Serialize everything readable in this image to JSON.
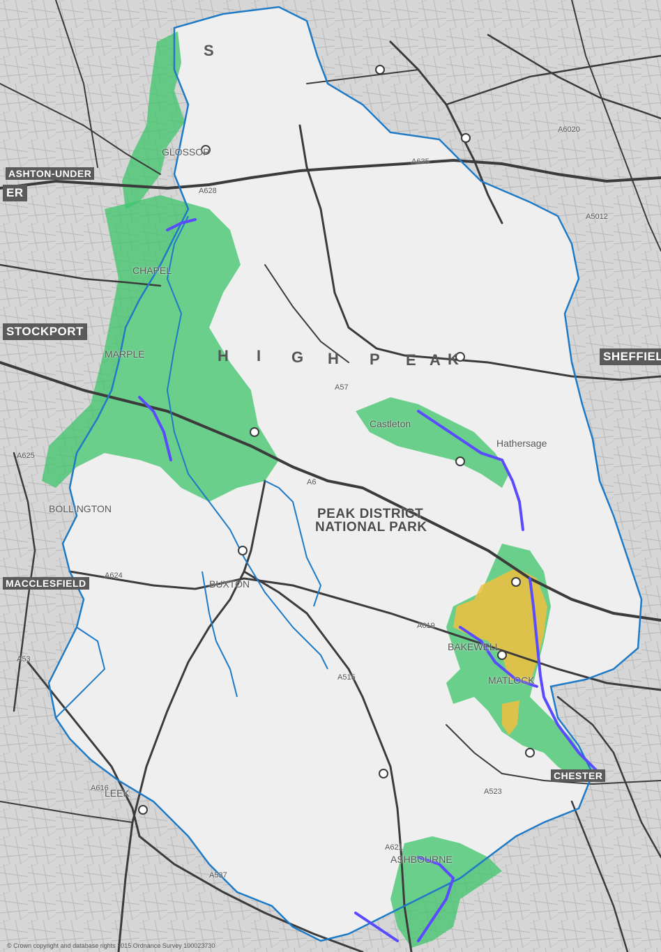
{
  "map": {
    "labels": {
      "stockport": "STOCKPORT",
      "sheffield": "SHEFFIEL",
      "macclesfield": "MACCLESFIELD",
      "national_park": "PEAK DISTRICT",
      "national_park_2": "NATIONAL PARK",
      "high_peak": [
        "H",
        "I",
        "G",
        "H",
        "P",
        "E",
        "A",
        "K"
      ],
      "s_letter": "S",
      "ashton": "ASHTON-UNDER",
      "er": "ER",
      "glossop": "GLOSSOP",
      "marple": "MARPLE",
      "chapel": "CHAPEL",
      "buxton": "BUXTON",
      "bakewell": "BAKEWELL",
      "matlock": "MATLOCK",
      "chesterfield": "CHESTER",
      "hathersage": "Hathersage",
      "castleton": "Castleton",
      "bollington": "BOLLINGTON",
      "leek": "LEEK",
      "ashbourne": "ASHBOURNE",
      "copyright": "© Crown copyright and database rights 2015 Ordnance Survey 100023730"
    },
    "road_labels": [
      "A635",
      "A628",
      "A57",
      "A624",
      "A6",
      "A515",
      "A619",
      "A621",
      "A625",
      "A537",
      "A53",
      "A523",
      "A5012",
      "A6020",
      "A616"
    ],
    "colors": {
      "background": "#d9d9d9",
      "park_interior": "#efefef",
      "boundary": "#1f7ac6",
      "green_zone": "#39c46a",
      "yellow_zone": "#f0c040",
      "purple_route": "#5a4bff",
      "road": "#3b3b3b",
      "town_box": "#5a5a5a"
    }
  }
}
